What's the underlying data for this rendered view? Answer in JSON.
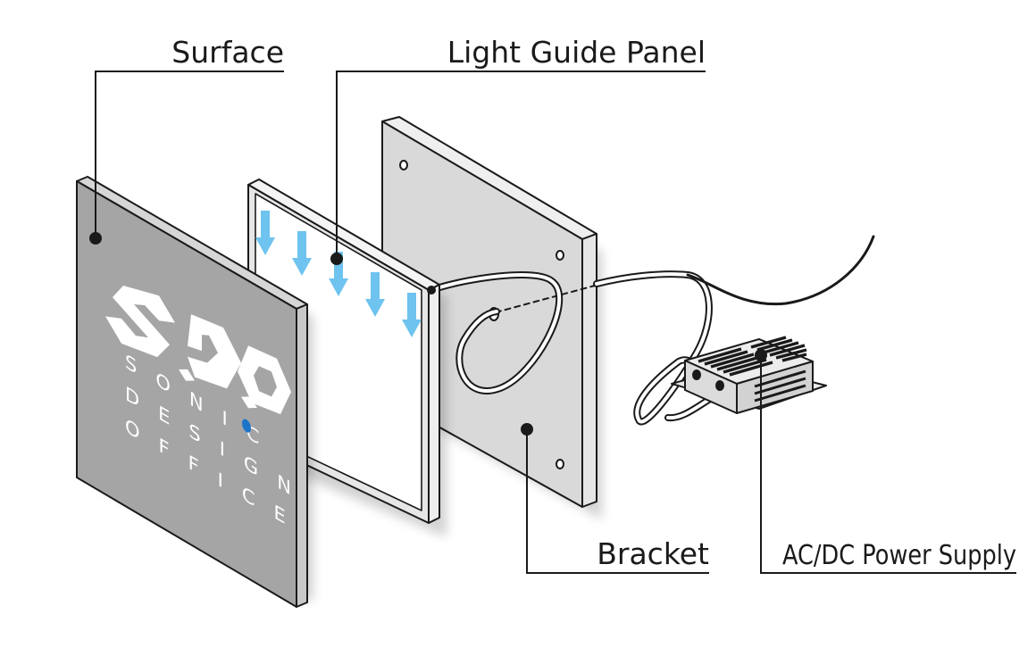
{
  "callouts": {
    "surface": "Surface",
    "light_guide_panel": "Light Guide Panel",
    "bracket": "Bracket",
    "power_supply": "AC/DC Power Supply"
  },
  "logo": {
    "mark": "S.D.O",
    "lines": [
      "SONIC",
      "DESIGN",
      "OFFICE"
    ]
  },
  "colors": {
    "surface_face": "#a5a5a5",
    "surface_edge": "#d6d6d6",
    "bracket_face": "#d9d9d9",
    "bracket_edge": "#efefef",
    "panel_fill": "#ffffff",
    "arrow": "#6ec3ef",
    "logo_dot": "#1c74c9",
    "line": "#1a1a1a"
  }
}
